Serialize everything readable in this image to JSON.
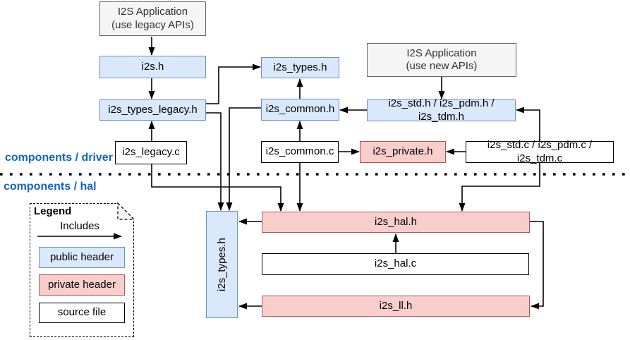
{
  "sections": {
    "driver_label": "components / driver",
    "hal_label": "components / hal"
  },
  "nodes": {
    "app_legacy": "I2S Application\n(use legacy APIs)",
    "i2s_h": "i2s.h",
    "i2s_types_legacy_h": "i2s_types_legacy.h",
    "i2s_legacy_c": "i2s_legacy.c",
    "i2s_types_h_driver": "i2s_types.h",
    "i2s_common_h": "i2s_common.h",
    "i2s_common_c": "i2s_common.c",
    "app_new": "I2S Application\n(use new APIs)",
    "i2s_std_pdm_tdm_h": "i2s_std.h / i2s_pdm.h / i2s_tdm.h",
    "i2s_private_h": "i2s_private.h",
    "i2s_std_pdm_tdm_c": "i2s_std.c / i2s_pdm.c / i2s_tdm.c",
    "i2s_types_h_hal": "i2s_types.h",
    "i2s_hal_h": "i2s_hal.h",
    "i2s_hal_c": "i2s_hal.c",
    "i2s_ll_h": "i2s_ll.h"
  },
  "legend": {
    "title": "Legend",
    "arrow_label": "Includes",
    "public_header": "public header",
    "private_header": "private header",
    "source_file": "source file"
  },
  "colors": {
    "public_header_fill": "#dae8fc",
    "public_header_border": "#6c8ebf",
    "private_header_fill": "#f8cecc",
    "private_header_border": "#b85450",
    "app_box_fill": "#f5f5f5",
    "app_box_border": "#666666",
    "source_file_fill": "#ffffff",
    "source_file_border": "#000000",
    "section_label_text": "#1565c0",
    "edge_stroke": "#000000"
  }
}
